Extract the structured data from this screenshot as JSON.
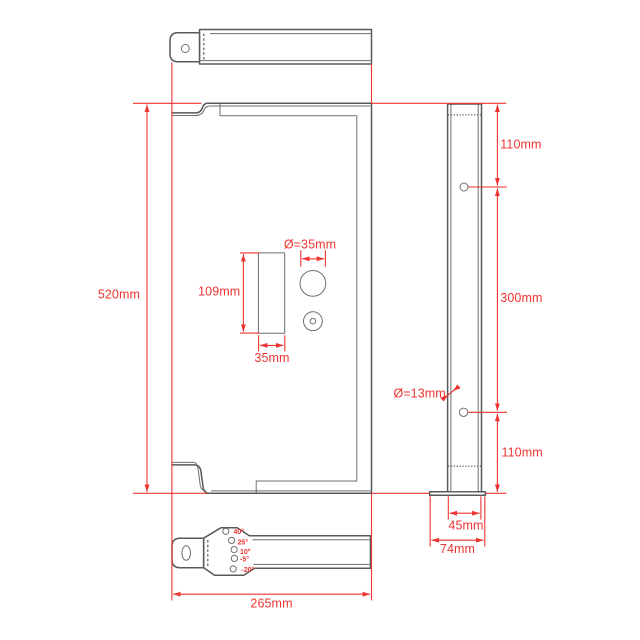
{
  "drawing": {
    "front_view": {
      "height_label": "520mm",
      "slot_height_label": "109mm",
      "slot_width_label": "35mm",
      "hole_diameter_label": "Ø=35mm",
      "width_label": "265mm"
    },
    "side_view": {
      "top_hole_offset_label": "110mm",
      "hole_spacing_label": "300mm",
      "bottom_hole_offset_label": "110mm",
      "hole_diameter_label": "Ø=13mm",
      "channel_width_label": "45mm",
      "base_width_label": "74mm"
    },
    "tilt_arm": {
      "angle_labels": [
        "40°",
        "25°",
        "10°",
        "-5°",
        "-20°"
      ]
    },
    "colors": {
      "dimension_red": "#ee3431",
      "outline_gray": "#58595b",
      "background": "#ffffff"
    }
  }
}
